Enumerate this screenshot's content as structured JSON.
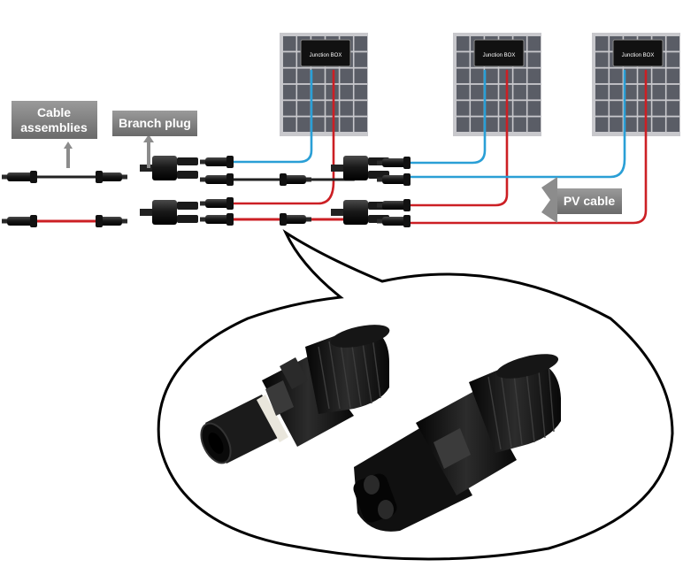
{
  "labels": {
    "cable_assemblies_line1": "Cable",
    "cable_assemblies_line2": "assemblies",
    "branch_plug": "Branch plug",
    "pv_cable": "PV cable"
  },
  "panels": [
    {
      "junction_box": "Junction BOX"
    },
    {
      "junction_box": "Junction BOX"
    },
    {
      "junction_box": "Junction BOX"
    }
  ],
  "colors": {
    "positive_wire": "#cc1f24",
    "negative_wire": "#2a9fd6",
    "label_bg": "#808080",
    "connector": "#1c1c1c",
    "panel_frame": "#c8c8cc",
    "panel_cell": "#5a5d66"
  }
}
